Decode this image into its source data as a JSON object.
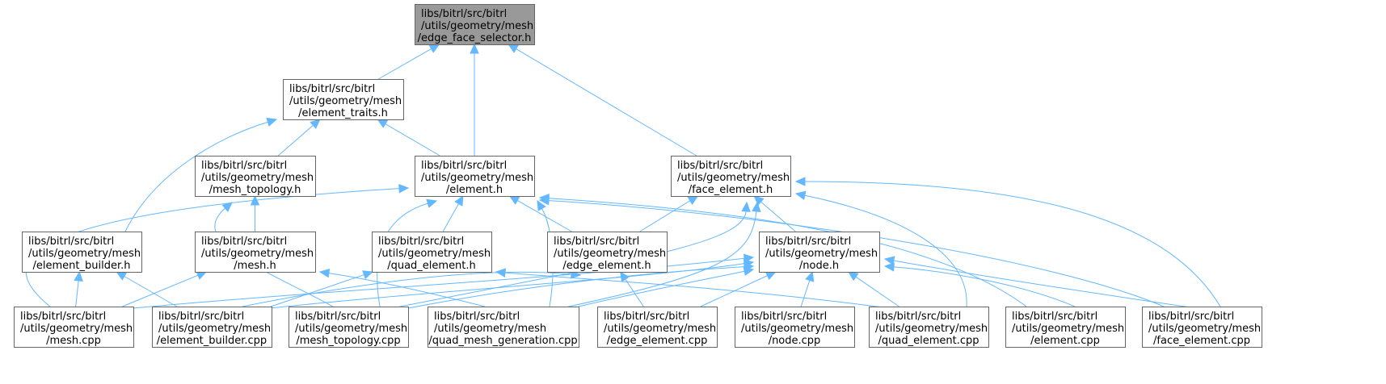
{
  "graph": {
    "title": "Include dependency graph",
    "colors": {
      "edge": "#63b8ff",
      "root_fill": "#999999",
      "node_fill": "#ffffff",
      "node_border": "#666666",
      "text": "#000000"
    },
    "nodes": [
      {
        "id": "edge_face_selector_h",
        "lines": [
          "libs/bitrl/src/bitrl",
          "/utils/geometry/mesh",
          "/edge_face_selector.h"
        ],
        "root": true
      },
      {
        "id": "element_traits_h",
        "lines": [
          "libs/bitrl/src/bitrl",
          "/utils/geometry/mesh",
          "/element_traits.h"
        ]
      },
      {
        "id": "mesh_topology_h",
        "lines": [
          "libs/bitrl/src/bitrl",
          "/utils/geometry/mesh",
          "/mesh_topology.h"
        ]
      },
      {
        "id": "element_h",
        "lines": [
          "libs/bitrl/src/bitrl",
          "/utils/geometry/mesh",
          "/element.h"
        ]
      },
      {
        "id": "face_element_h",
        "lines": [
          "libs/bitrl/src/bitrl",
          "/utils/geometry/mesh",
          "/face_element.h"
        ]
      },
      {
        "id": "element_builder_h",
        "lines": [
          "libs/bitrl/src/bitrl",
          "/utils/geometry/mesh",
          "/element_builder.h"
        ]
      },
      {
        "id": "mesh_h",
        "lines": [
          "libs/bitrl/src/bitrl",
          "/utils/geometry/mesh",
          "/mesh.h"
        ]
      },
      {
        "id": "quad_element_h",
        "lines": [
          "libs/bitrl/src/bitrl",
          "/utils/geometry/mesh",
          "/quad_element.h"
        ]
      },
      {
        "id": "edge_element_h",
        "lines": [
          "libs/bitrl/src/bitrl",
          "/utils/geometry/mesh",
          "/edge_element.h"
        ]
      },
      {
        "id": "node_h",
        "lines": [
          "libs/bitrl/src/bitrl",
          "/utils/geometry/mesh",
          "/node.h"
        ]
      },
      {
        "id": "mesh_cpp",
        "lines": [
          "libs/bitrl/src/bitrl",
          "/utils/geometry/mesh",
          "/mesh.cpp"
        ]
      },
      {
        "id": "element_builder_cpp",
        "lines": [
          "libs/bitrl/src/bitrl",
          "/utils/geometry/mesh",
          "/element_builder.cpp"
        ]
      },
      {
        "id": "mesh_topology_cpp",
        "lines": [
          "libs/bitrl/src/bitrl",
          "/utils/geometry/mesh",
          "/mesh_topology.cpp"
        ]
      },
      {
        "id": "quad_mesh_generation_cpp",
        "lines": [
          "libs/bitrl/src/bitrl",
          "/utils/geometry/mesh",
          "/quad_mesh_generation.cpp"
        ]
      },
      {
        "id": "edge_element_cpp",
        "lines": [
          "libs/bitrl/src/bitrl",
          "/utils/geometry/mesh",
          "/edge_element.cpp"
        ]
      },
      {
        "id": "node_cpp",
        "lines": [
          "libs/bitrl/src/bitrl",
          "/utils/geometry/mesh",
          "/node.cpp"
        ]
      },
      {
        "id": "quad_element_cpp",
        "lines": [
          "libs/bitrl/src/bitrl",
          "/utils/geometry/mesh",
          "/quad_element.cpp"
        ]
      },
      {
        "id": "element_cpp",
        "lines": [
          "libs/bitrl/src/bitrl",
          "/utils/geometry/mesh",
          "/element.cpp"
        ]
      },
      {
        "id": "face_element_cpp",
        "lines": [
          "libs/bitrl/src/bitrl",
          "/utils/geometry/mesh",
          "/face_element.cpp"
        ]
      }
    ],
    "edges": [
      {
        "from": "element_traits_h",
        "to": "edge_face_selector_h"
      },
      {
        "from": "element_h",
        "to": "edge_face_selector_h"
      },
      {
        "from": "face_element_h",
        "to": "edge_face_selector_h"
      },
      {
        "from": "element_builder_h",
        "to": "element_traits_h"
      },
      {
        "from": "mesh_topology_h",
        "to": "element_traits_h"
      },
      {
        "from": "element_h",
        "to": "element_traits_h"
      },
      {
        "from": "mesh_h",
        "to": "mesh_topology_h"
      },
      {
        "from": "mesh_topology_cpp",
        "to": "mesh_topology_h"
      },
      {
        "from": "mesh_cpp",
        "to": "element_h"
      },
      {
        "from": "mesh_topology_cpp",
        "to": "element_h"
      },
      {
        "from": "quad_element_h",
        "to": "element_h"
      },
      {
        "from": "quad_mesh_generation_cpp",
        "to": "element_h"
      },
      {
        "from": "edge_element_h",
        "to": "element_h"
      },
      {
        "from": "element_cpp",
        "to": "element_h"
      },
      {
        "from": "face_element_cpp",
        "to": "element_h"
      },
      {
        "from": "edge_element_h",
        "to": "face_element_h"
      },
      {
        "from": "mesh_topology_cpp",
        "to": "face_element_h"
      },
      {
        "from": "quad_mesh_generation_cpp",
        "to": "face_element_h"
      },
      {
        "from": "node_h",
        "to": "face_element_h"
      },
      {
        "from": "quad_element_cpp",
        "to": "face_element_h"
      },
      {
        "from": "face_element_cpp",
        "to": "face_element_h"
      },
      {
        "from": "mesh_cpp",
        "to": "element_builder_h"
      },
      {
        "from": "element_builder_cpp",
        "to": "element_builder_h"
      },
      {
        "from": "mesh_cpp",
        "to": "mesh_h"
      },
      {
        "from": "quad_mesh_generation_cpp",
        "to": "mesh_h"
      },
      {
        "from": "element_builder_cpp",
        "to": "quad_element_h"
      },
      {
        "from": "quad_element_cpp",
        "to": "quad_element_h"
      },
      {
        "from": "element_builder_cpp",
        "to": "edge_element_h"
      },
      {
        "from": "edge_element_cpp",
        "to": "edge_element_h"
      },
      {
        "from": "mesh_cpp",
        "to": "node_h"
      },
      {
        "from": "element_builder_cpp",
        "to": "node_h"
      },
      {
        "from": "mesh_topology_cpp",
        "to": "node_h"
      },
      {
        "from": "quad_mesh_generation_cpp",
        "to": "node_h"
      },
      {
        "from": "edge_element_cpp",
        "to": "node_h"
      },
      {
        "from": "node_cpp",
        "to": "node_h"
      },
      {
        "from": "quad_element_cpp",
        "to": "node_h"
      },
      {
        "from": "element_cpp",
        "to": "node_h"
      },
      {
        "from": "face_element_cpp",
        "to": "node_h"
      }
    ]
  }
}
